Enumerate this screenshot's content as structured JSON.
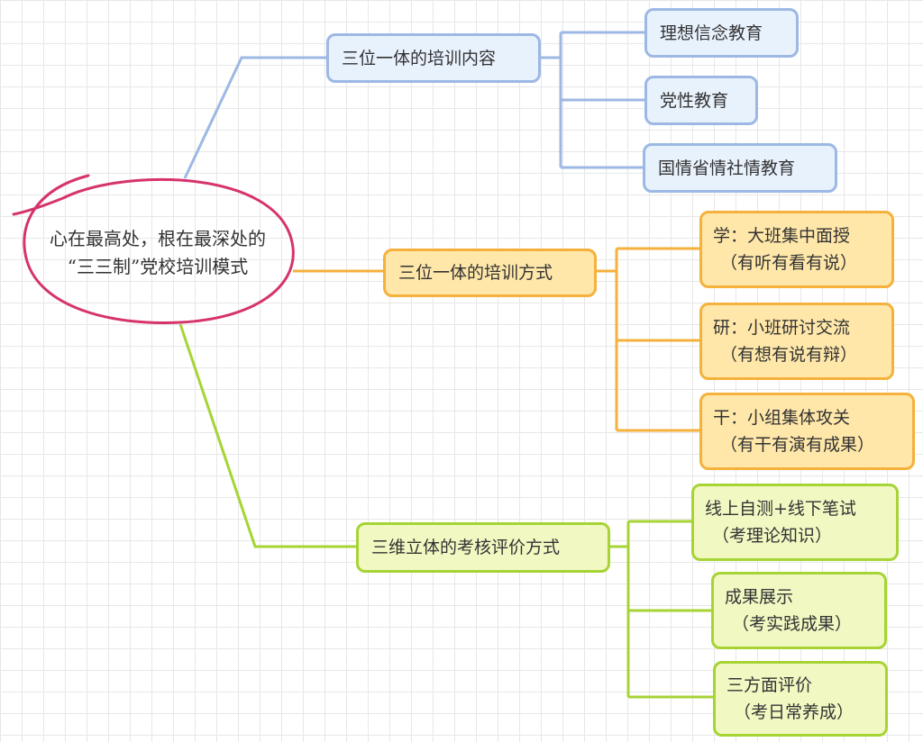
{
  "root": {
    "line1": "心在最高处，根在最深处的",
    "line2": "“三三制”党校培训模式"
  },
  "branches": [
    {
      "label": "三位一体的培训内容",
      "color": "#9db8e4",
      "children": [
        {
          "line1": "理想信念教育"
        },
        {
          "line1": "党性教育"
        },
        {
          "line1": "国情省情社情教育"
        }
      ]
    },
    {
      "label": "三位一体的培训方式",
      "color": "#f5b13c",
      "children": [
        {
          "line1": "学：大班集中面授",
          "line2": "（有听有看有说）"
        },
        {
          "line1": "研：小班研讨交流",
          "line2": "（有想有说有辩）"
        },
        {
          "line1": "干：小组集体攻关",
          "line2": "（有干有演有成果）"
        }
      ]
    },
    {
      "label": "三维立体的考核评价方式",
      "color": "#a6d435",
      "children": [
        {
          "line1": "线上自测+线下笔试",
          "line2": "（考理论知识）"
        },
        {
          "line1": "成果展示",
          "line2": "（考实践成果）"
        },
        {
          "line1": "三方面评价",
          "line2": "（考日常养成）"
        }
      ]
    }
  ],
  "root_ellipse_color": "#d6336c"
}
